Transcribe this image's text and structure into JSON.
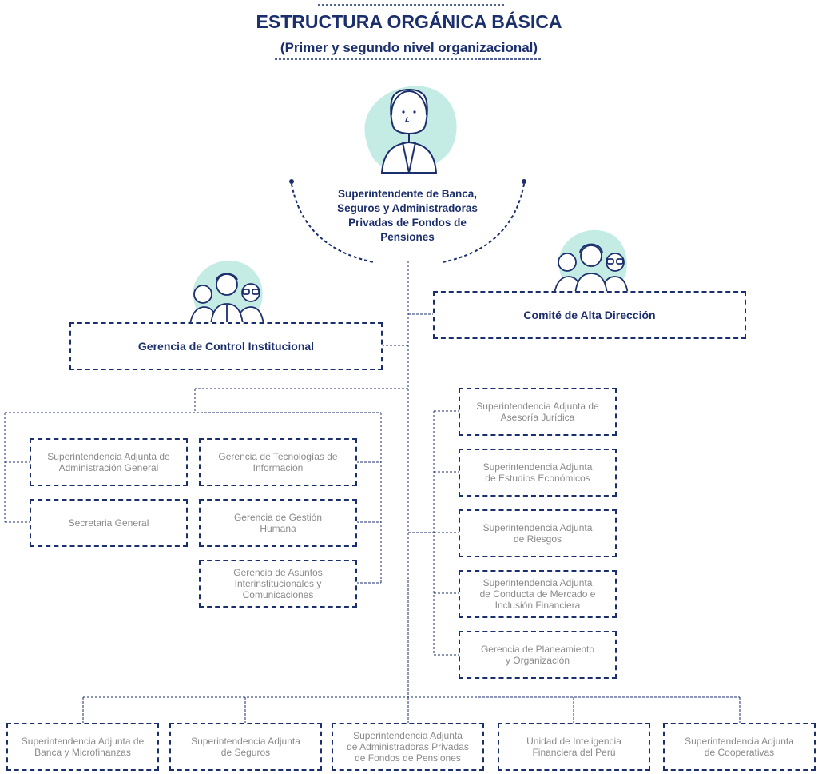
{
  "title": "ESTRUCTURA ORGÁNICA BÁSICA",
  "subtitle": "(Primer y segundo nivel organizacional)",
  "top": {
    "label": "Superintendente de Banca,\nSeguros y Administradoras\nPrivadas de Fondos de\nPensiones",
    "icon": "superintendent-avatar-icon"
  },
  "comite": {
    "label": "Comité de Alta Dirección",
    "icon": "committee-group-icon"
  },
  "control": {
    "label": "Gerencia de Control Institucional",
    "icon": "control-team-icon"
  },
  "left_units": [
    {
      "label": "Superintendencia Adjunta de\nAdministración General"
    },
    {
      "label": "Secretaria General"
    }
  ],
  "middle_units": [
    {
      "label": "Gerencia de Tecnologías de\nInformación"
    },
    {
      "label": "Gerencia de Gestión\nHumana"
    },
    {
      "label": "Gerencia de Asuntos\nInterinstitucionales y\nComunicaciones"
    }
  ],
  "right_units": [
    {
      "label": "Superintendencia Adjunta de\nAsesoría Jurídica"
    },
    {
      "label": "Superintendencia Adjunta\nde Estudios Económicos"
    },
    {
      "label": "Superintendencia Adjunta\nde Riesgos"
    },
    {
      "label": "Superintendencia Adjunta\nde Conducta de Mercado e\nInclusión Financiera"
    },
    {
      "label": "Gerencia de Planeamiento\ny Organización"
    }
  ],
  "bottom_units": [
    {
      "label": "Superintendencia Adjunta de\nBanca y Microfinanzas"
    },
    {
      "label": "Superintendencia Adjunta\nde Seguros"
    },
    {
      "label": "Superintendencia Adjunta\nde Administradoras Privadas\nde Fondos de Pensiones"
    },
    {
      "label": "Unidad de Inteligencia\nFinanciera del Perú"
    },
    {
      "label": "Superintendencia Adjunta\nde Cooperativas"
    }
  ],
  "colors": {
    "navy": "#1c2f6d",
    "mint": "#c4ece5",
    "gray_text": "#8a8a8a"
  }
}
